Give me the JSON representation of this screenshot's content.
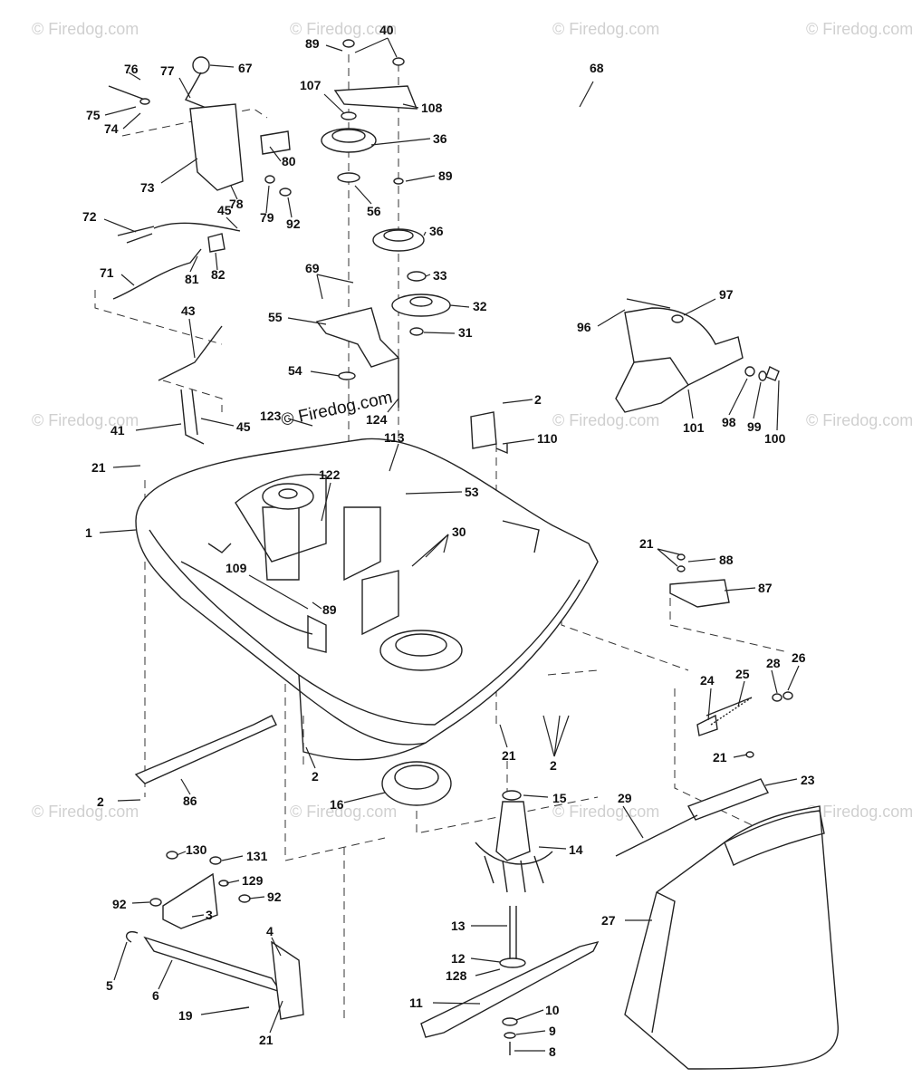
{
  "watermark": {
    "text": "© Firedog.com"
  },
  "labels": [
    {
      "id": "l76",
      "text": "76"
    },
    {
      "id": "l77",
      "text": "77"
    },
    {
      "id": "l67",
      "text": "67"
    },
    {
      "id": "l75",
      "text": "75"
    },
    {
      "id": "l74",
      "text": "74"
    },
    {
      "id": "l80",
      "text": "80"
    },
    {
      "id": "l73",
      "text": "73"
    },
    {
      "id": "l78",
      "text": "78"
    },
    {
      "id": "l79",
      "text": "79"
    },
    {
      "id": "l92a",
      "text": "92"
    },
    {
      "id": "l72",
      "text": "72"
    },
    {
      "id": "l45a",
      "text": "45"
    },
    {
      "id": "l81",
      "text": "81"
    },
    {
      "id": "l82",
      "text": "82"
    },
    {
      "id": "l71",
      "text": "71"
    },
    {
      "id": "l43",
      "text": "43"
    },
    {
      "id": "l41",
      "text": "41"
    },
    {
      "id": "l45b",
      "text": "45"
    },
    {
      "id": "l21a",
      "text": "21"
    },
    {
      "id": "l1",
      "text": "1"
    },
    {
      "id": "l89a",
      "text": "89"
    },
    {
      "id": "l40",
      "text": "40"
    },
    {
      "id": "l107",
      "text": "107"
    },
    {
      "id": "l108",
      "text": "108"
    },
    {
      "id": "l36a",
      "text": "36"
    },
    {
      "id": "l89b",
      "text": "89"
    },
    {
      "id": "l56",
      "text": "56"
    },
    {
      "id": "l36b",
      "text": "36"
    },
    {
      "id": "l69",
      "text": "69"
    },
    {
      "id": "l33",
      "text": "33"
    },
    {
      "id": "l55",
      "text": "55"
    },
    {
      "id": "l32",
      "text": "32"
    },
    {
      "id": "l31",
      "text": "31"
    },
    {
      "id": "l54",
      "text": "54"
    },
    {
      "id": "l123",
      "text": "123"
    },
    {
      "id": "l124",
      "text": "124"
    },
    {
      "id": "l113",
      "text": "113"
    },
    {
      "id": "l122",
      "text": "122"
    },
    {
      "id": "l53",
      "text": "53"
    },
    {
      "id": "l30",
      "text": "30"
    },
    {
      "id": "l109",
      "text": "109"
    },
    {
      "id": "l89c",
      "text": "89"
    },
    {
      "id": "l68",
      "text": "68"
    },
    {
      "id": "l97",
      "text": "97"
    },
    {
      "id": "l96",
      "text": "96"
    },
    {
      "id": "l101",
      "text": "101"
    },
    {
      "id": "l98",
      "text": "98"
    },
    {
      "id": "l99",
      "text": "99"
    },
    {
      "id": "l100",
      "text": "100"
    },
    {
      "id": "l2a",
      "text": "2"
    },
    {
      "id": "l110",
      "text": "110"
    },
    {
      "id": "l21b",
      "text": "21"
    },
    {
      "id": "l88",
      "text": "88"
    },
    {
      "id": "l87",
      "text": "87"
    },
    {
      "id": "l24",
      "text": "24"
    },
    {
      "id": "l25",
      "text": "25"
    },
    {
      "id": "l28",
      "text": "28"
    },
    {
      "id": "l26",
      "text": "26"
    },
    {
      "id": "l21c",
      "text": "21"
    },
    {
      "id": "l23",
      "text": "23"
    },
    {
      "id": "l2b",
      "text": "2"
    },
    {
      "id": "l21d",
      "text": "21"
    },
    {
      "id": "l2c",
      "text": "2"
    },
    {
      "id": "l2d",
      "text": "2"
    },
    {
      "id": "l86",
      "text": "86"
    },
    {
      "id": "l16",
      "text": "16"
    },
    {
      "id": "l15",
      "text": "15"
    },
    {
      "id": "l29",
      "text": "29"
    },
    {
      "id": "l14",
      "text": "14"
    },
    {
      "id": "l130",
      "text": "130"
    },
    {
      "id": "l131",
      "text": "131"
    },
    {
      "id": "l129",
      "text": "129"
    },
    {
      "id": "l92b",
      "text": "92"
    },
    {
      "id": "l92c",
      "text": "92"
    },
    {
      "id": "l3",
      "text": "3"
    },
    {
      "id": "l4",
      "text": "4"
    },
    {
      "id": "l5",
      "text": "5"
    },
    {
      "id": "l6",
      "text": "6"
    },
    {
      "id": "l13",
      "text": "13"
    },
    {
      "id": "l27",
      "text": "27"
    },
    {
      "id": "l12",
      "text": "12"
    },
    {
      "id": "l128",
      "text": "128"
    },
    {
      "id": "l11",
      "text": "11"
    },
    {
      "id": "l10",
      "text": "10"
    },
    {
      "id": "l19",
      "text": "19"
    },
    {
      "id": "l21e",
      "text": "21"
    },
    {
      "id": "l9",
      "text": "9"
    },
    {
      "id": "l8",
      "text": "8"
    }
  ]
}
